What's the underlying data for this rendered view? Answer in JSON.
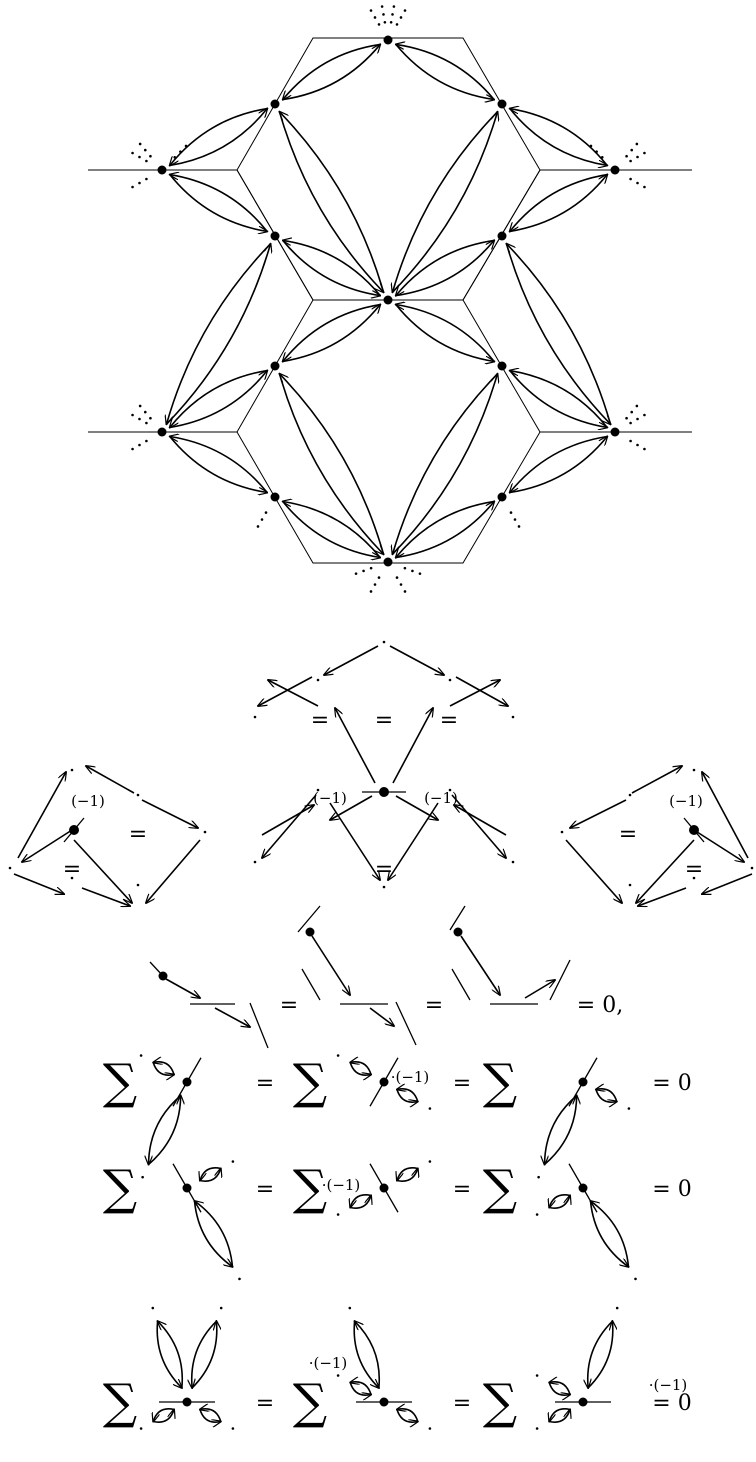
{
  "labels": {
    "minus_one": "(−1)",
    "dot_minus_one": "·(−1)",
    "equals": "=",
    "zero": "= 0",
    "zero_comma": "= 0,",
    "sum": "∑"
  },
  "colors": {
    "ink": "#000000",
    "background": "#ffffff"
  }
}
